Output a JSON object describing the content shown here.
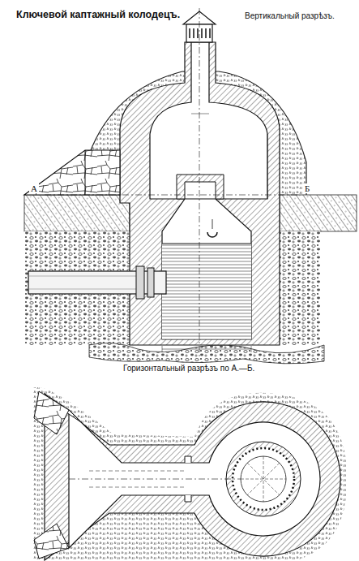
{
  "diagram": {
    "title": "Ключевой каптажный колодецъ.",
    "labels": [
      "Вертикальный разрѣзъ.",
      "А",
      "Б",
      "Горизонтальный разрѣзъ по А.—Б."
    ]
  }
}
